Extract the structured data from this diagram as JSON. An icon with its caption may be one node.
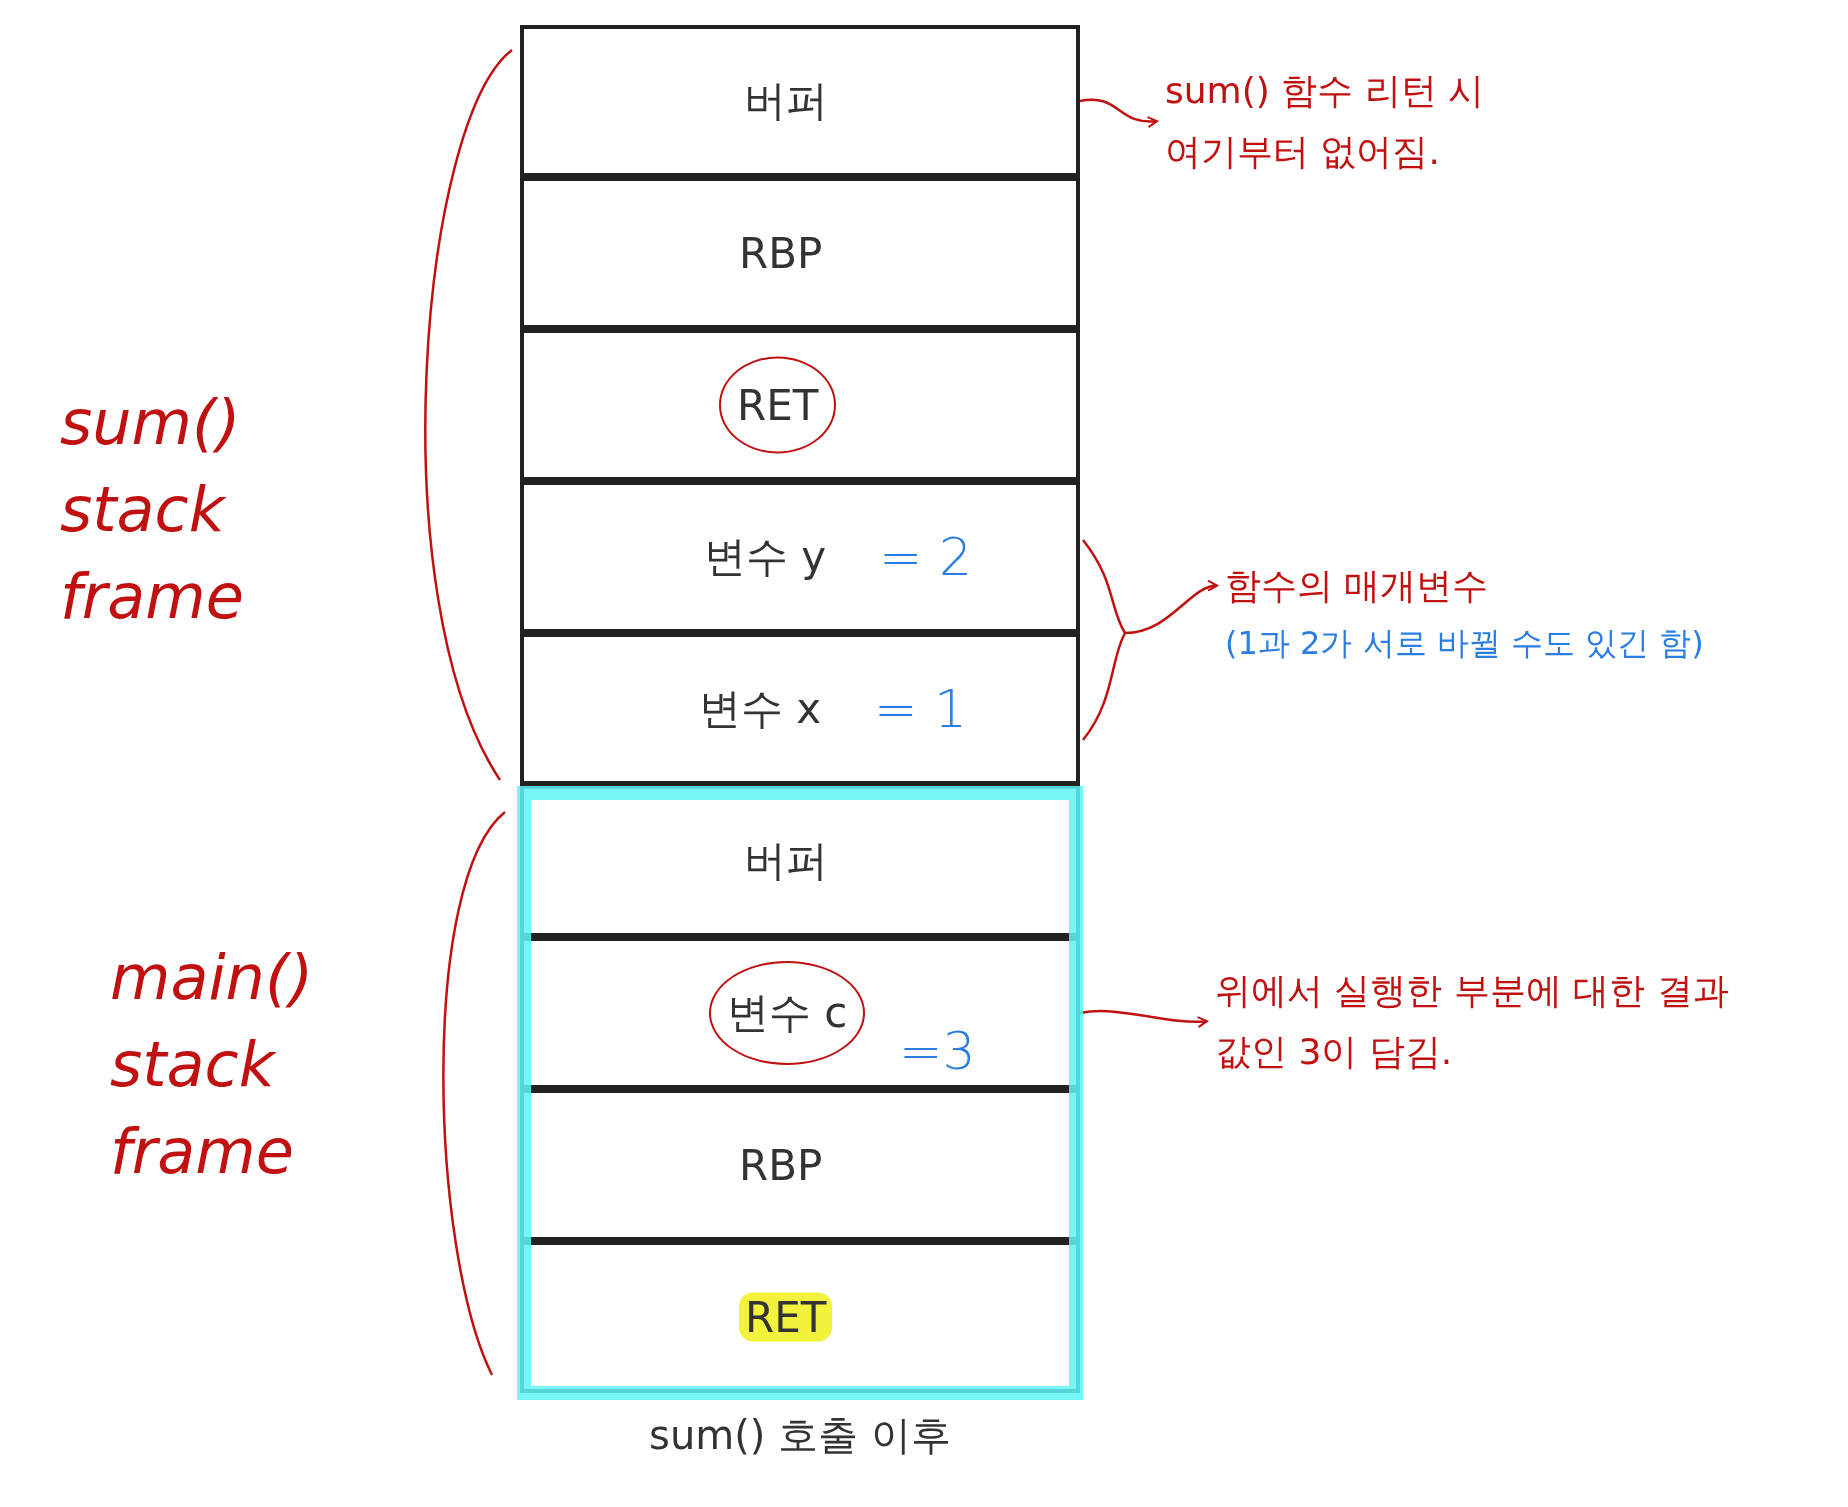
{
  "diagram": {
    "caption": "sum() 호출 이후",
    "nodes": [
      {
        "text": [
          "버퍼"
        ]
      },
      {
        "text": [
          "RBP"
        ]
      },
      {
        "text": [
          "RET"
        ]
      },
      {
        "text": [
          "변수 y",
          "= 2"
        ]
      },
      {
        "text": [
          "변수 x",
          "= 1"
        ]
      },
      {
        "text": [
          "버퍼"
        ]
      },
      {
        "text": [
          "변수 c",
          "=3"
        ]
      },
      {
        "text": [
          "RBP"
        ]
      },
      {
        "text": [
          "RET"
        ]
      },
      {
        "text": [
          "sum() 함수 리턴 시 여기부터 없어짐."
        ]
      },
      {
        "text": [
          "함수의 매개변수",
          "(1과 2가 서로 바뀔 수도 있긴 함)"
        ]
      },
      {
        "text": [
          "위에서 실행한 부분에 대한 결과 값인 3이 담김."
        ]
      }
    ],
    "edges": [
      {
        "from": 0,
        "to": 9,
        "arrow": "to"
      },
      {
        "from": 3,
        "to": 10,
        "arrow": "to"
      },
      {
        "from": 4,
        "to": 10,
        "arrow": "to"
      },
      {
        "from": 6,
        "to": 11,
        "arrow": "to"
      }
    ],
    "labels": [
      "sum() stack frame",
      "main() stack frame"
    ]
  }
}
